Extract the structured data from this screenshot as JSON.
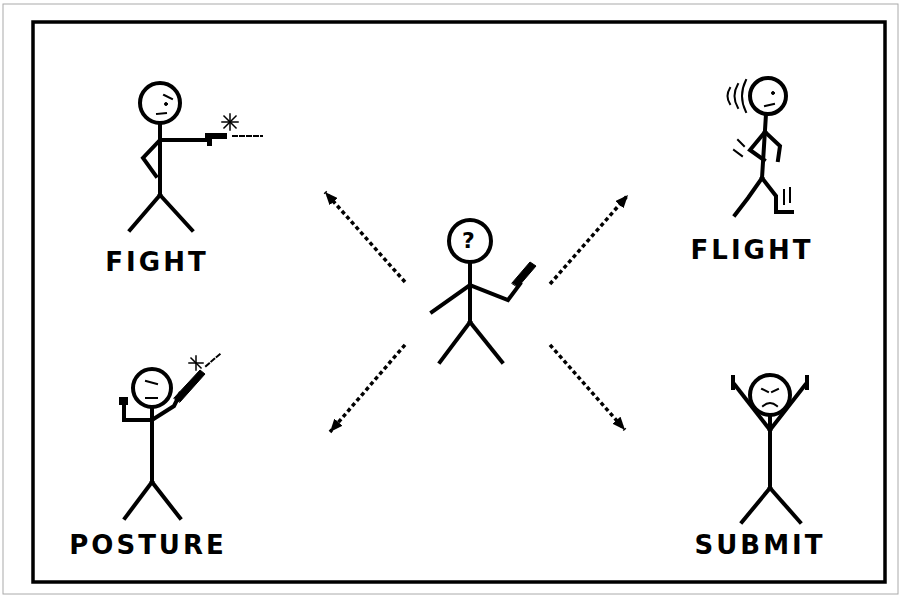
{
  "diagram": {
    "nodes": [
      {
        "text": [
          "FIGHT"
        ]
      },
      {
        "text": [
          "FLIGHT"
        ]
      },
      {
        "text": [
          "?"
        ]
      },
      {
        "text": [
          "POSTURE"
        ]
      },
      {
        "text": [
          "SUBMIT"
        ]
      }
    ],
    "edges": [
      {
        "from": 2,
        "to": 0,
        "arrow": "to"
      },
      {
        "from": 2,
        "to": 1,
        "arrow": "to"
      },
      {
        "from": 2,
        "to": 3,
        "arrow": "to"
      },
      {
        "from": 2,
        "to": 4,
        "arrow": "to"
      }
    ]
  }
}
